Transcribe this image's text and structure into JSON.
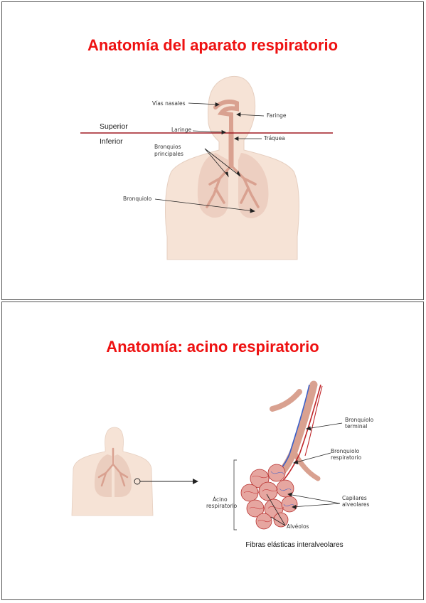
{
  "slides": [
    {
      "title": "Anatomía del aparato respiratorio",
      "labels": {
        "nasal": "Vías nasales",
        "pharynx": "Faringe",
        "superior": "Superior",
        "larynx": "Laringe",
        "trachea": "Tráquea",
        "inferior": "Inferior",
        "bronchi_1": "Bronquios",
        "bronchi_2": "principales",
        "bronchiole": "Bronquiolo"
      }
    },
    {
      "title": "Anatomía: acino respiratorio",
      "labels": {
        "terminal_1": "Bronquiolo",
        "terminal_2": "terminal",
        "resp_1": "Bronquiolo",
        "resp_2": "respiratorio",
        "acino_1": "Ácino",
        "acino_2": "respiratorio",
        "capillaries_1": "Capilares",
        "capillaries_2": "alveolares",
        "alveoli": "Alvéolos"
      },
      "caption": "Fibras elásticas interalveolares"
    }
  ],
  "colors": {
    "title": "#ee1111",
    "divider": "#a01c24",
    "skin": "#f6e3d6",
    "airway": "#d9a190",
    "vein": "#3a5fc8",
    "artery": "#c0262a"
  }
}
